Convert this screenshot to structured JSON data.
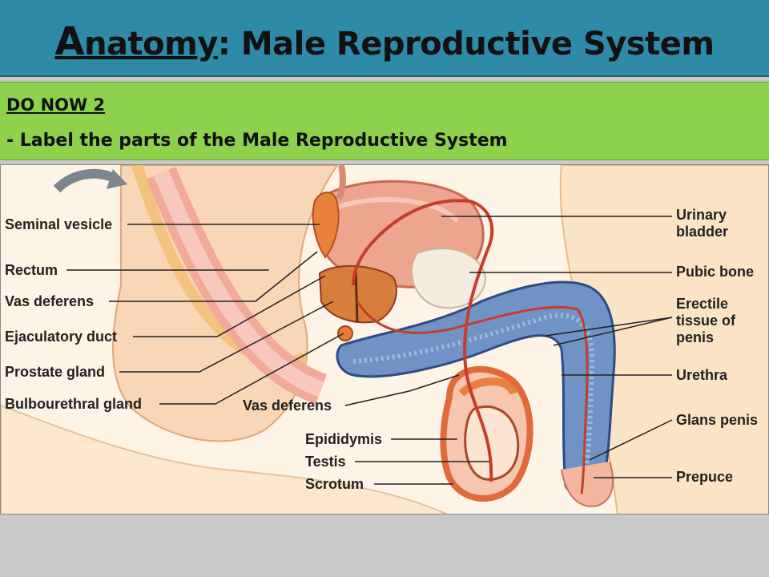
{
  "slide": {
    "title_first": "A",
    "title_rest": "natomy",
    "title_suffix": ": Male Reproductive System",
    "do_now": "DO NOW 2",
    "instruction": "- Label the parts of the Male Reproductive System"
  },
  "labels_left": {
    "seminal_vesicle": "Seminal vesicle",
    "rectum": "Rectum",
    "vas_deferens": "Vas deferens",
    "ejaculatory_duct": "Ejaculatory duct",
    "prostate_gland": "Prostate gland",
    "bulbourethral_gland": "Bulbourethral gland"
  },
  "labels_center": {
    "vas_deferens_2": "Vas deferens",
    "epididymis": "Epididymis",
    "testis": "Testis",
    "scrotum": "Scrotum"
  },
  "labels_right": {
    "urinary_bladder": "Urinary\nbladder",
    "pubic_bone": "Pubic bone",
    "erectile_tissue": "Erectile\ntissue of\npenis",
    "urethra": "Urethra",
    "glans_penis": "Glans penis",
    "prepuce": "Prepuce"
  }
}
